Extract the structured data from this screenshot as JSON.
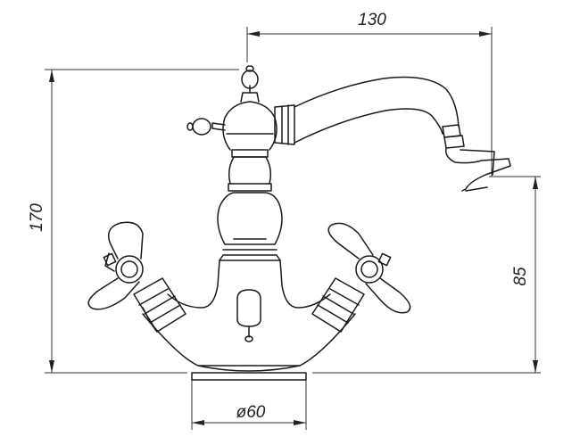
{
  "dimensions": {
    "spout_reach": "130",
    "total_height": "170",
    "spout_height": "85",
    "base_diameter": "ø60"
  },
  "colors": {
    "line": "#1a1a1a",
    "background": "#ffffff"
  }
}
